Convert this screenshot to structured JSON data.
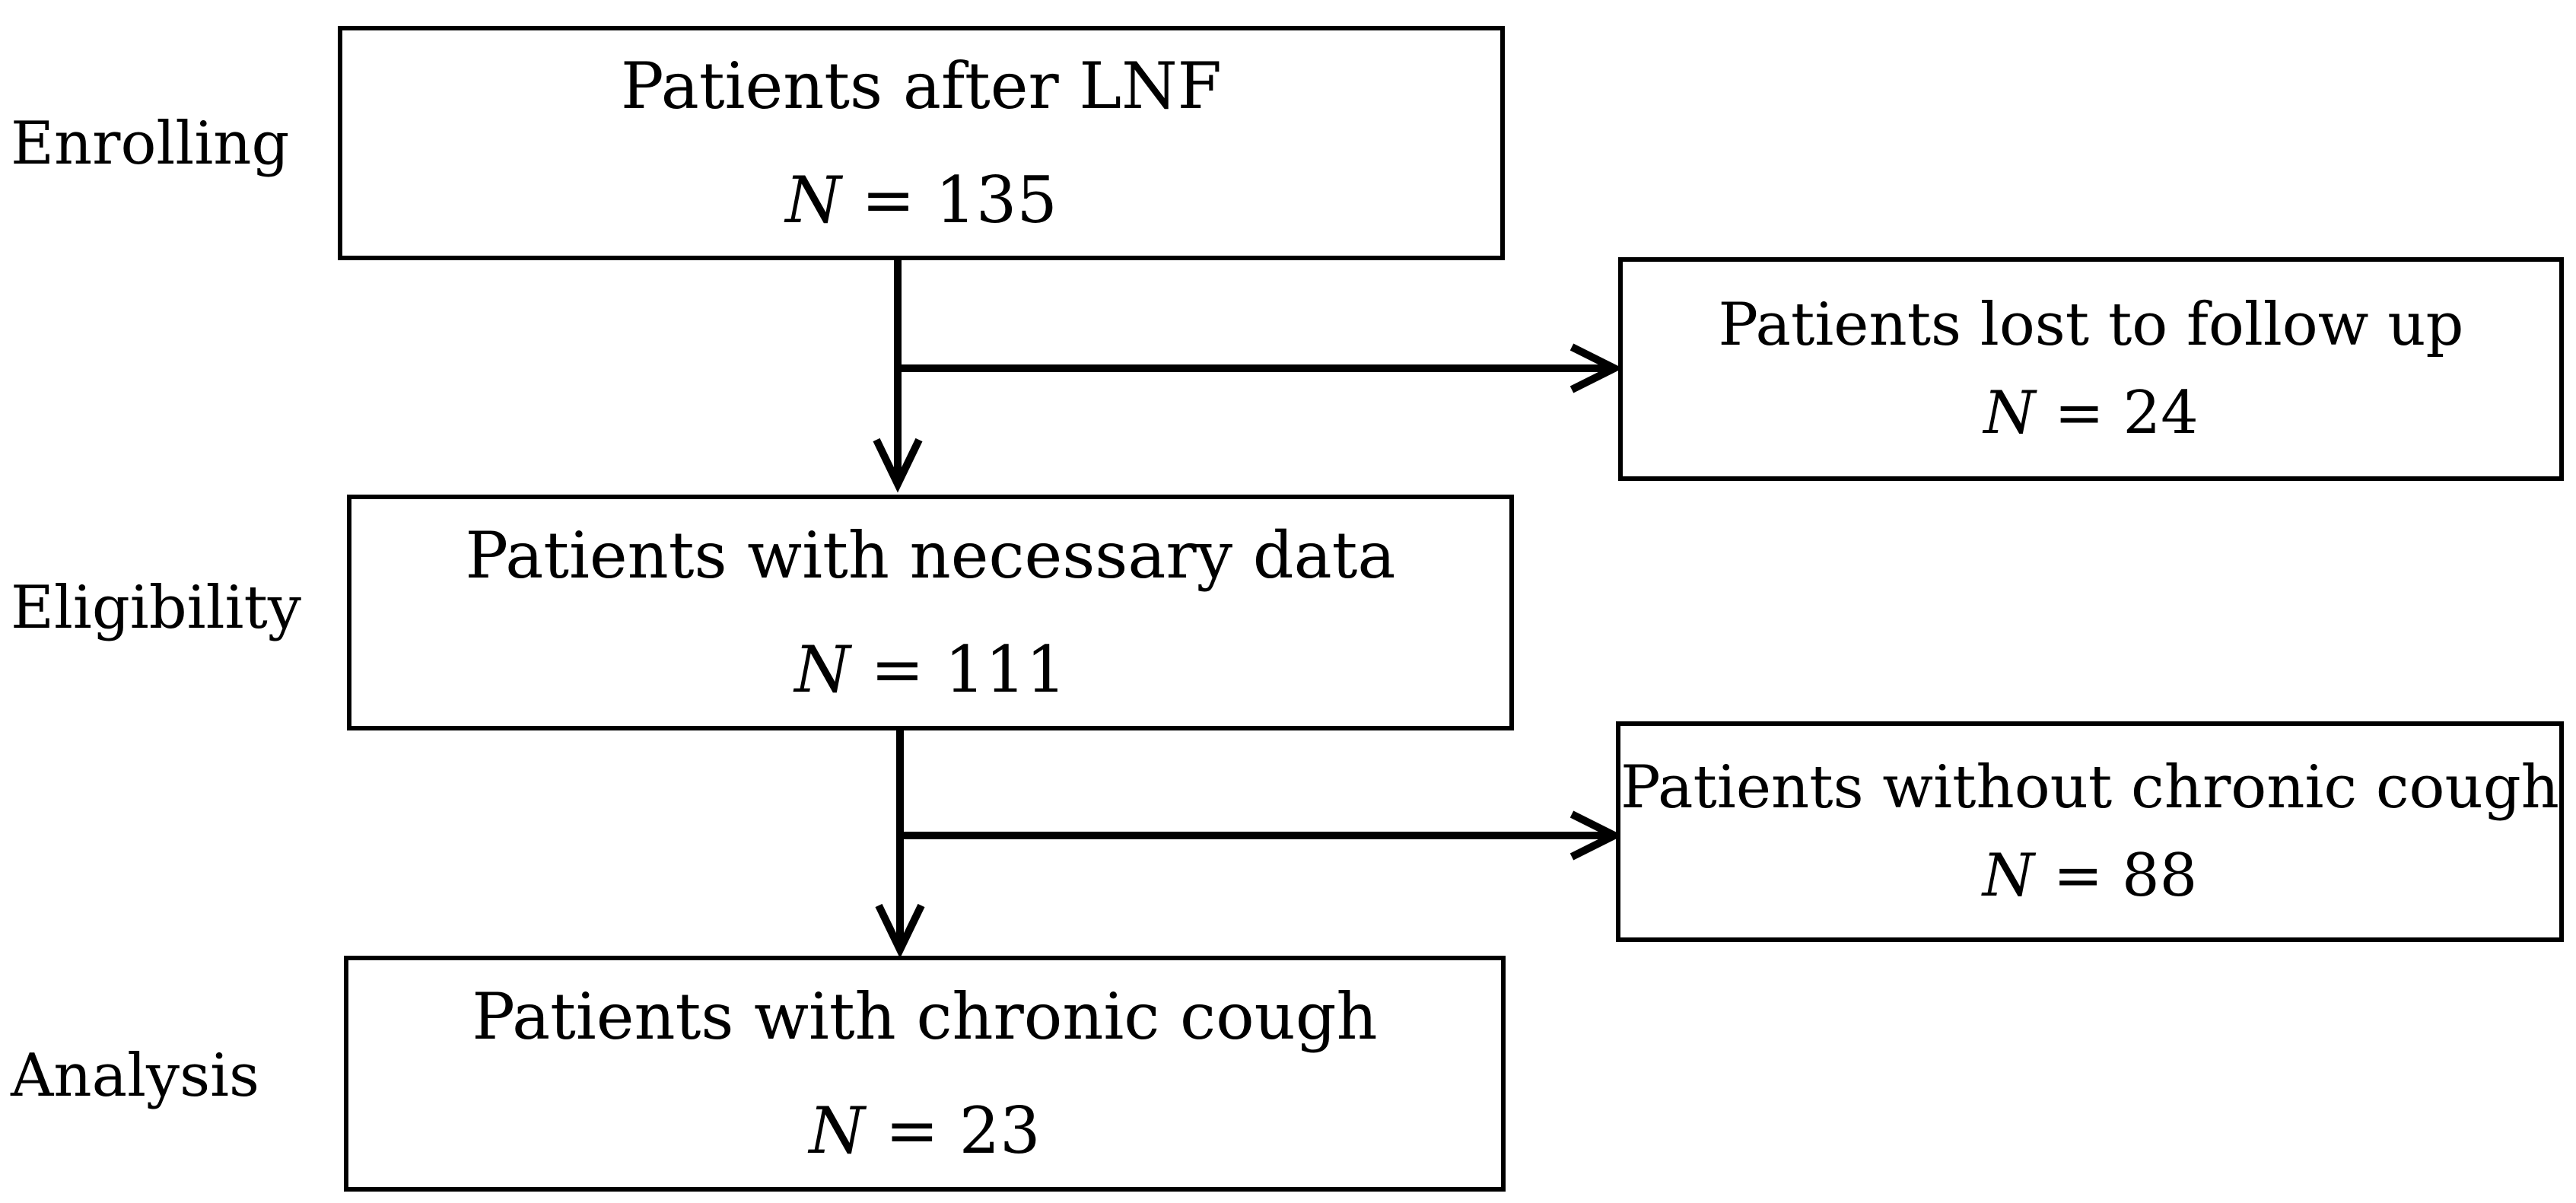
{
  "stages": {
    "enrolling": "Enrolling",
    "eligibility": "Eligibility",
    "analysis": "Analysis"
  },
  "boxes": {
    "after_lnf": {
      "title": "Patients after LNF",
      "n_symbol": "N",
      "n_value": "= 135"
    },
    "lost_follow_up": {
      "title": "Patients lost to follow up",
      "n_symbol": "N",
      "n_value": "= 24"
    },
    "necessary_data": {
      "title": "Patients with necessary data",
      "n_symbol": "N",
      "n_value": "= 111"
    },
    "without_cough": {
      "title": "Patients without chronic cough",
      "n_symbol": "N",
      "n_value": "= 88"
    },
    "chronic_cough": {
      "title": "Patients with chronic cough",
      "n_symbol": "N",
      "n_value": "= 23"
    }
  }
}
